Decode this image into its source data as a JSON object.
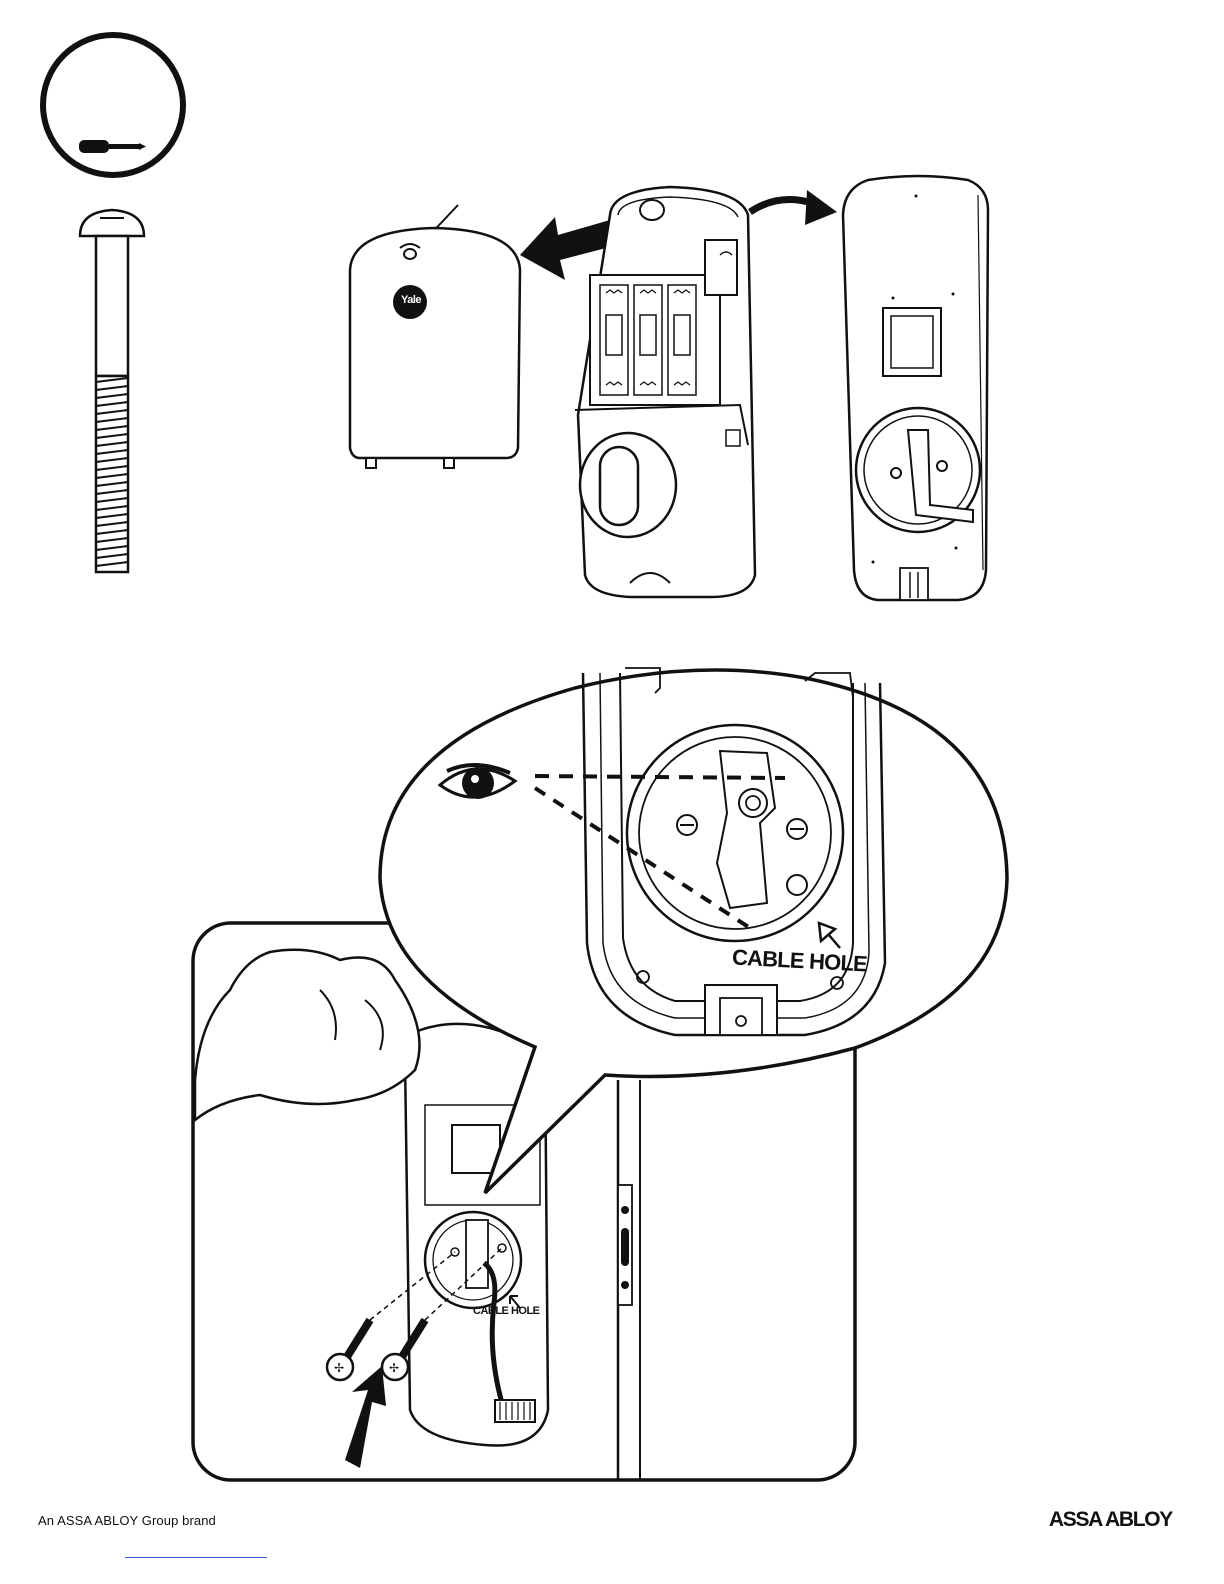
{
  "tool_badge": {
    "icon": "screwdriver-icon"
  },
  "battery_cover": {
    "brand_logo": "Yale"
  },
  "callout": {
    "cable_hole_label": "CABLE HOLE"
  },
  "install_view": {
    "cable_hole_label": "CABLE HOLE"
  },
  "footer": {
    "brand_line": "An ASSA ABLOY Group brand",
    "logo_text": "ASSA ABLOY"
  }
}
